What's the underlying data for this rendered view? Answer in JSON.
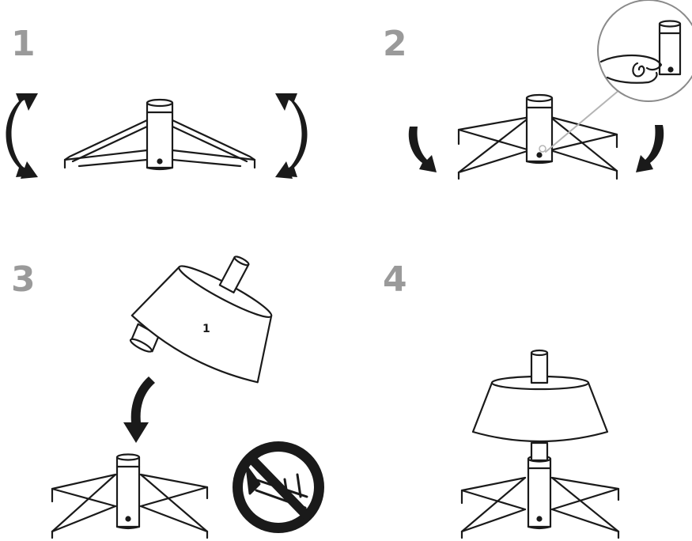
{
  "colors": {
    "line": "#1a1a1a",
    "number": "#9a9a9a",
    "pointer": "#b5b5b5",
    "fill": "#ffffff"
  },
  "steps": [
    {
      "number": "1"
    },
    {
      "number": "2"
    },
    {
      "number": "3",
      "part_label": "1"
    },
    {
      "number": "4"
    }
  ],
  "icons": [
    "rotate-arrow-icon",
    "pointing-finger-icon",
    "down-arrow-icon",
    "prohibited-icon"
  ]
}
